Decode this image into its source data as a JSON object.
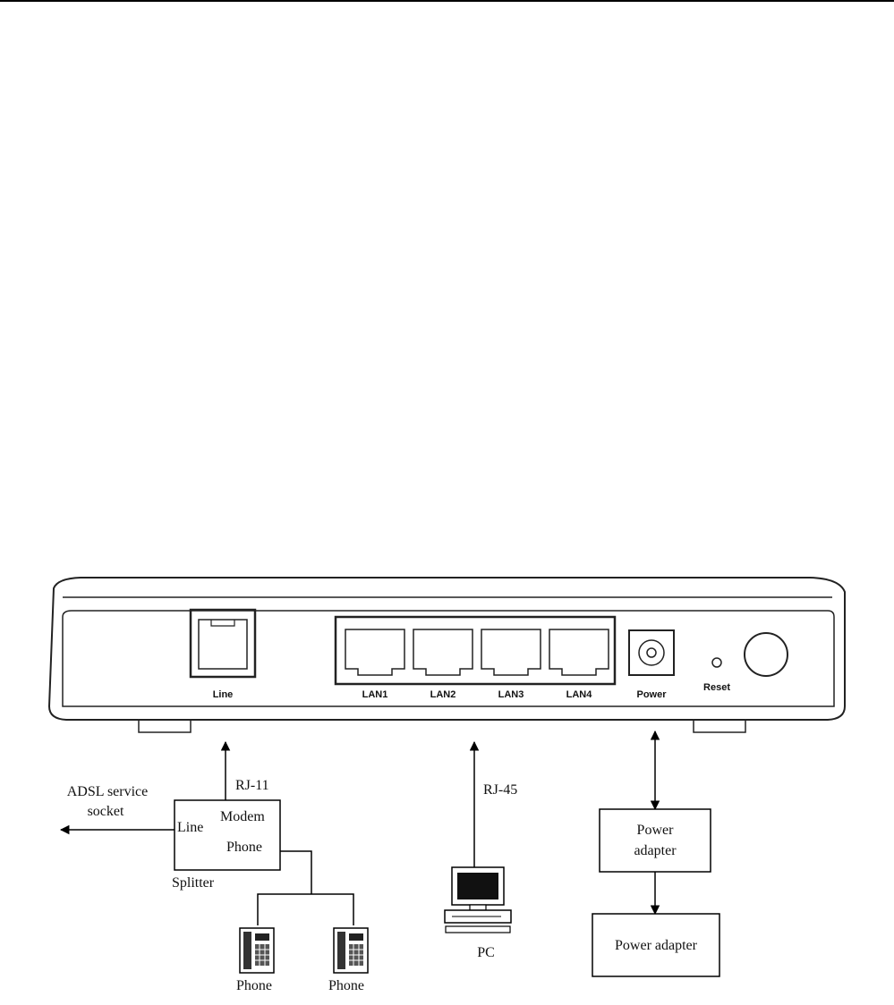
{
  "router": {
    "ports": {
      "line": "Line",
      "lan1": "LAN1",
      "lan2": "LAN2",
      "lan3": "LAN3",
      "lan4": "LAN4",
      "power": "Power",
      "reset": "Reset"
    }
  },
  "connections": {
    "rj11": "RJ-11",
    "rj45": "RJ-45",
    "adsl_line1": "ADSL service",
    "adsl_line2": "socket"
  },
  "splitter": {
    "line": "Line",
    "modem": "Modem",
    "phone": "Phone",
    "name": "Splitter"
  },
  "phones": [
    "Phone",
    "Phone"
  ],
  "pc": {
    "label": "PC"
  },
  "power": {
    "adapter1_line1": "Power",
    "adapter1_line2": "adapter",
    "adapter2": "Power adapter"
  }
}
